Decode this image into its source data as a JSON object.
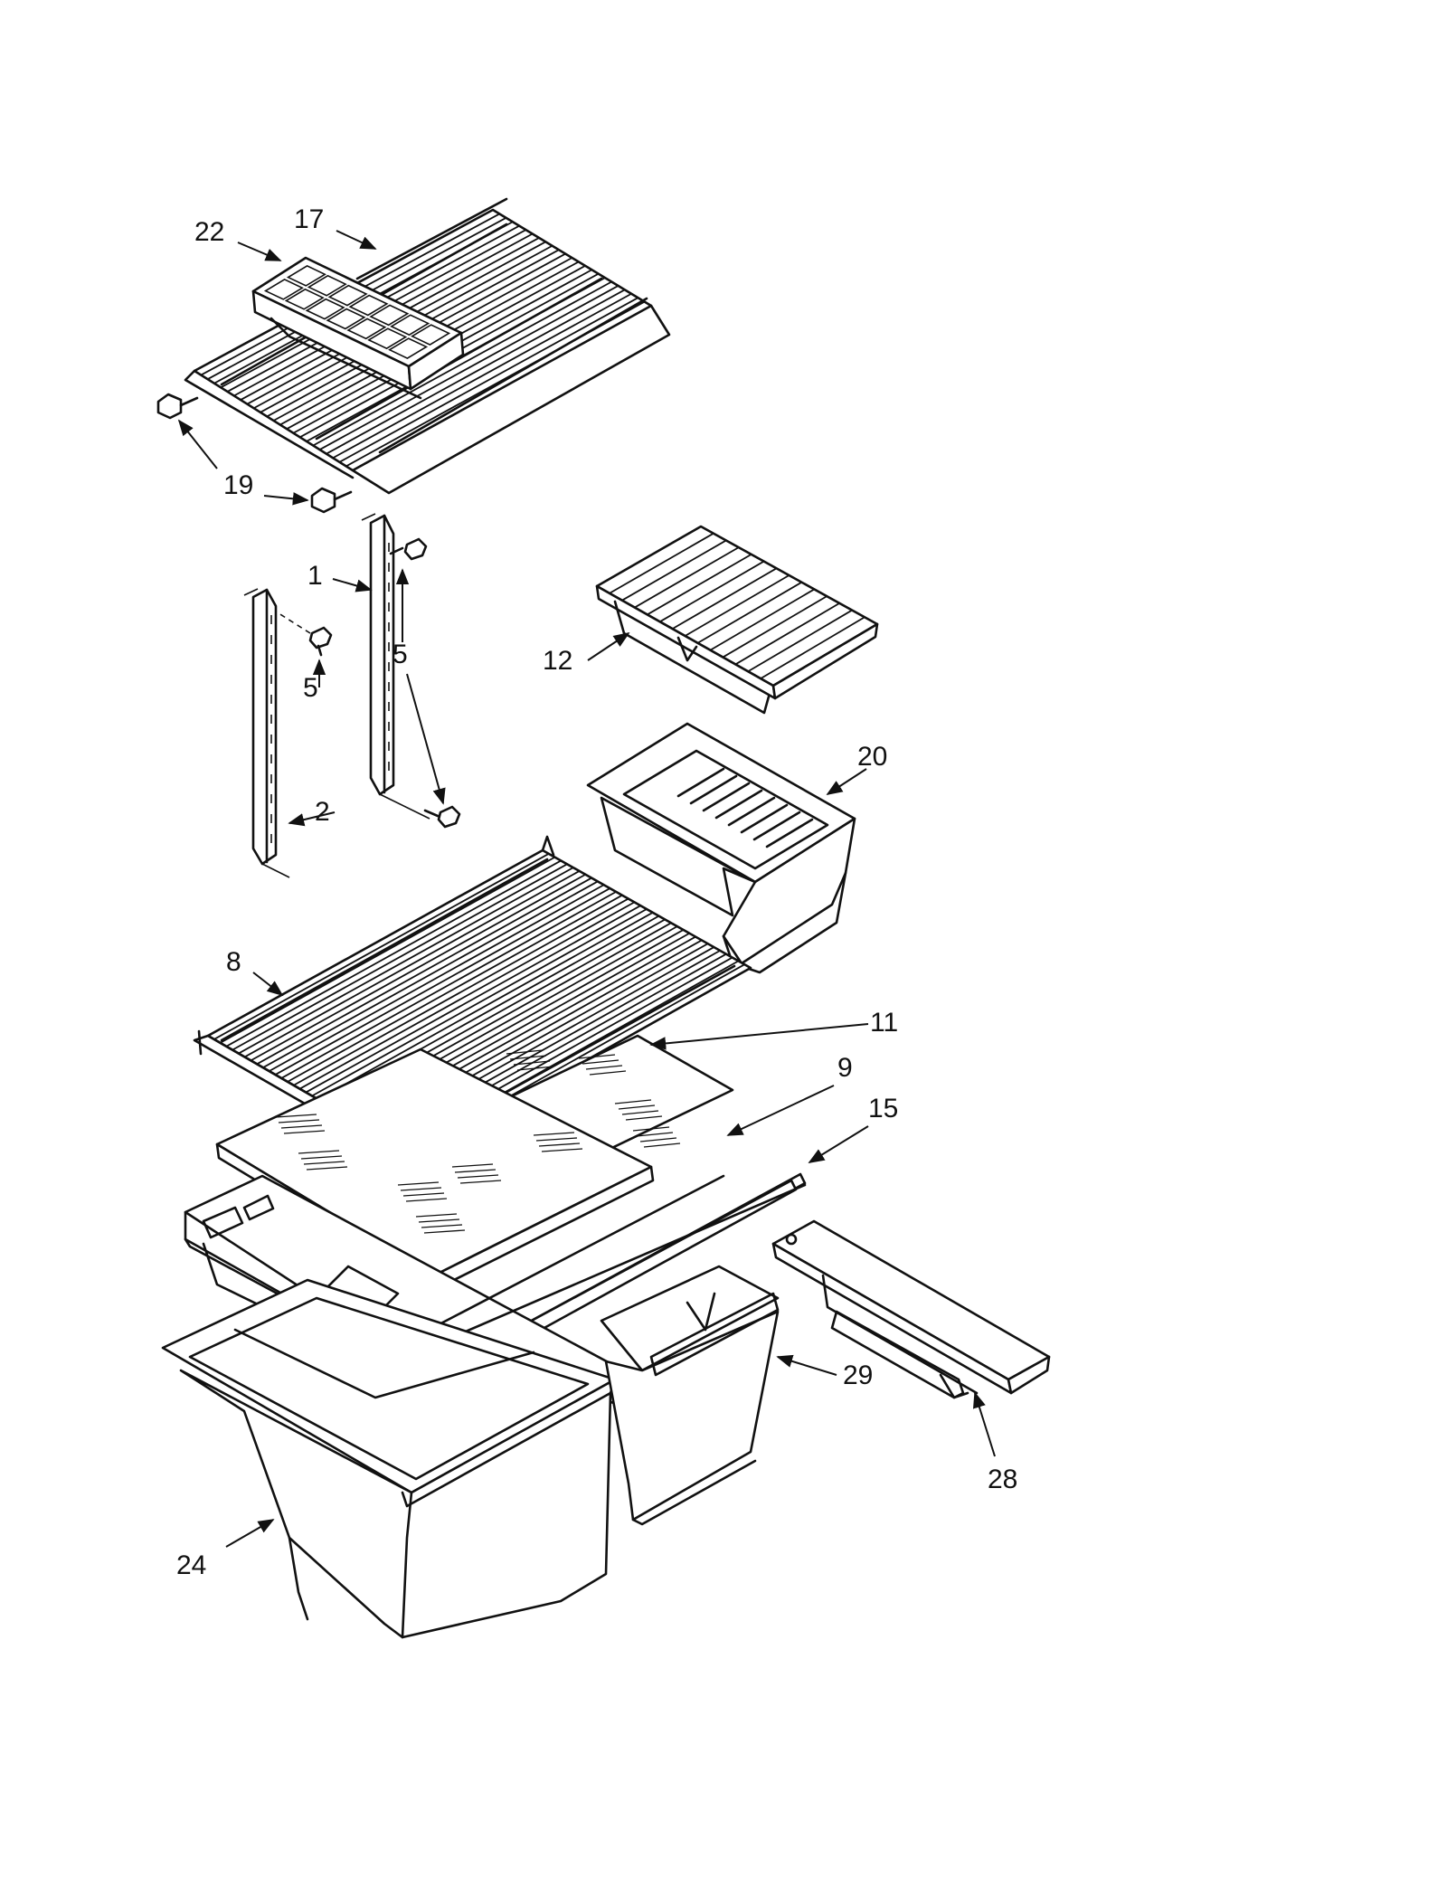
{
  "diagram": {
    "line_color": "#111111",
    "background_color": "#ffffff",
    "callouts": {
      "c1": "1",
      "c2": "2",
      "c5a": "5",
      "c5b": "5",
      "c8": "8",
      "c9": "9",
      "c11": "11",
      "c12": "12",
      "c15": "15",
      "c17": "17",
      "c19": "19",
      "c20": "20",
      "c22": "22",
      "c24": "24",
      "c28": "28",
      "c29": "29"
    }
  }
}
